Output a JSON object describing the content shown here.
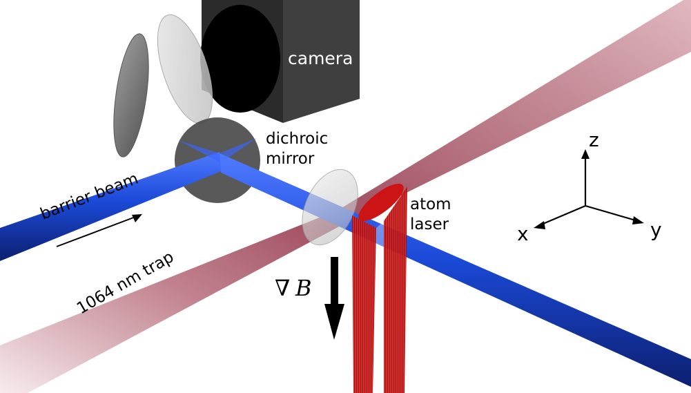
{
  "labels": {
    "camera": "camera",
    "dichroic_line1": "dichroic",
    "dichroic_line2": "mirror",
    "barrier_beam": "barrier beam",
    "trap": "1064 nm trap",
    "atom_line1": "atom",
    "atom_line2": "laser",
    "gradient_symbol": "∇",
    "gradient_var": "B"
  },
  "axes": {
    "x": "x",
    "y": "y",
    "z": "z"
  },
  "colors": {
    "barrier_beam": "#1a4fd6",
    "trap_beam": "#9c3b4e",
    "atom_laser": "#d01818",
    "camera_body": "#3a3a3a",
    "camera_aperture": "#000000",
    "mirror": "#4a4a4a",
    "lens": "#c8c8c8"
  }
}
